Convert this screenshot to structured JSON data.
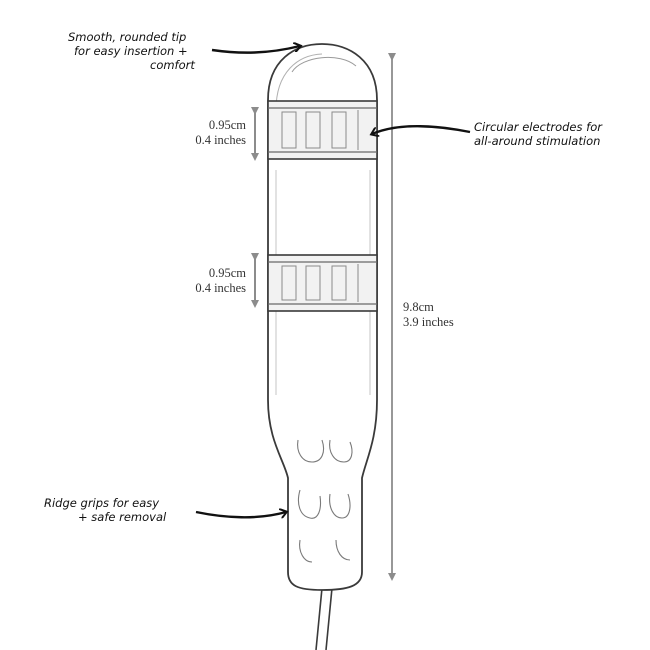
{
  "annotations": {
    "tip": {
      "line1": "Smooth, rounded tip",
      "line2": "for easy insertion +",
      "line3": "comfort",
      "icon": "arrow-icon"
    },
    "electrodes": {
      "line1": "Circular electrodes for",
      "line2": "all-around stimulation",
      "icon": "arrow-icon"
    },
    "ridge": {
      "line1": "Ridge grips for easy",
      "line2": "+ safe removal",
      "icon": "arrow-icon"
    }
  },
  "dimensions": {
    "electrode_top": {
      "metric": "0.95cm",
      "imperial": "0.4 inches"
    },
    "electrode_bottom": {
      "metric": "0.95cm",
      "imperial": "0.4 inches"
    },
    "total_length": {
      "metric": "9.8cm",
      "imperial": "3.9 inches"
    }
  },
  "colors": {
    "outline": "#3a3a3a",
    "electrode": "#8a8a8a",
    "arrow": "#111111",
    "dimension_line": "#8c8c8c",
    "background": "#ffffff"
  }
}
